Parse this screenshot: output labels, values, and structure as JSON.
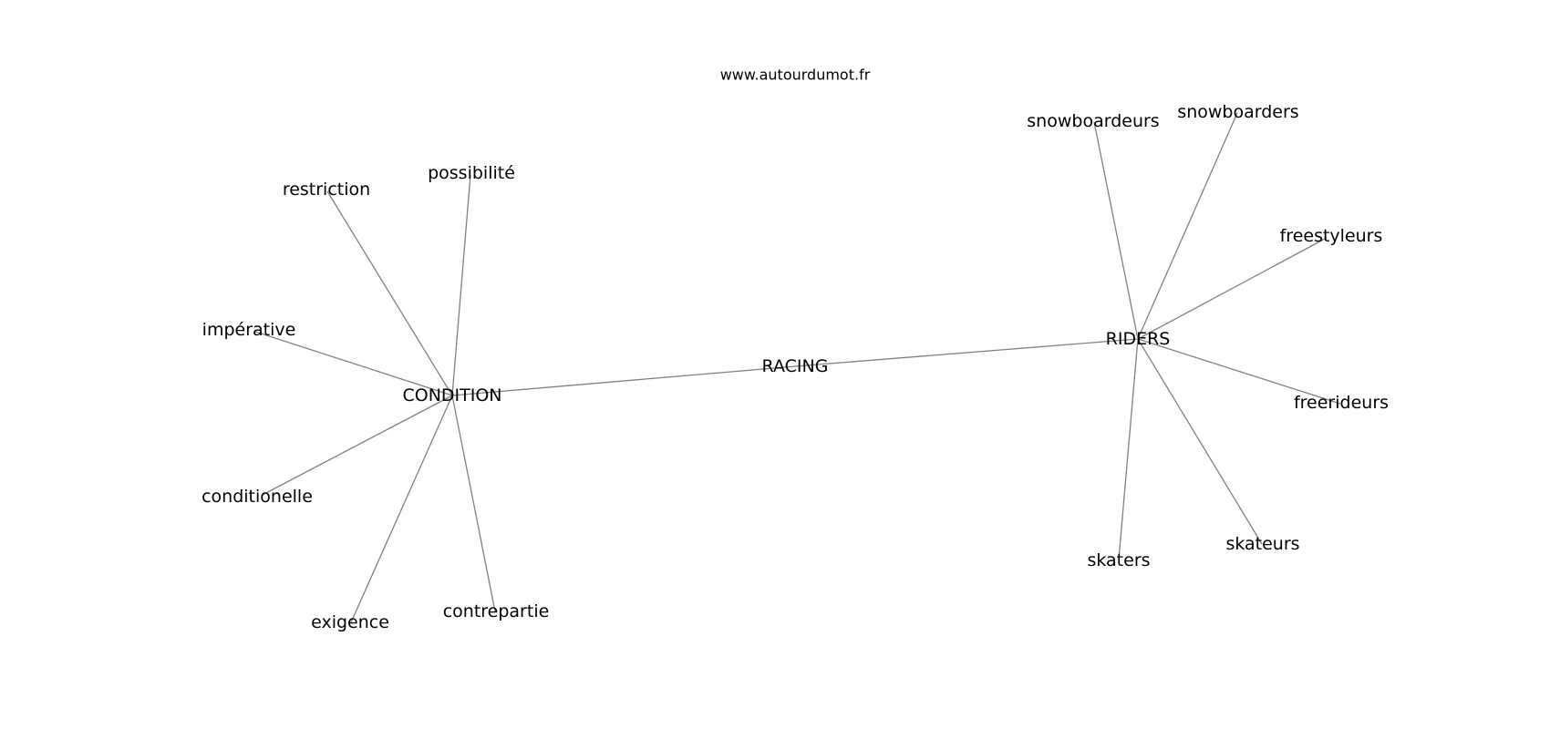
{
  "watermark": "www.autourdumot.fr",
  "graph": {
    "center": "RACING",
    "hubs": [
      {
        "label": "CONDITION",
        "neighbors": [
          "restriction",
          "possibilité",
          "impérative",
          "conditionelle",
          "exigence",
          "contrepartie"
        ]
      },
      {
        "label": "RIDERS",
        "neighbors": [
          "snowboardeurs",
          "snowboarders",
          "freestyleurs",
          "freerideurs",
          "skateurs",
          "skaters"
        ]
      }
    ],
    "edge_color": "#808080"
  }
}
